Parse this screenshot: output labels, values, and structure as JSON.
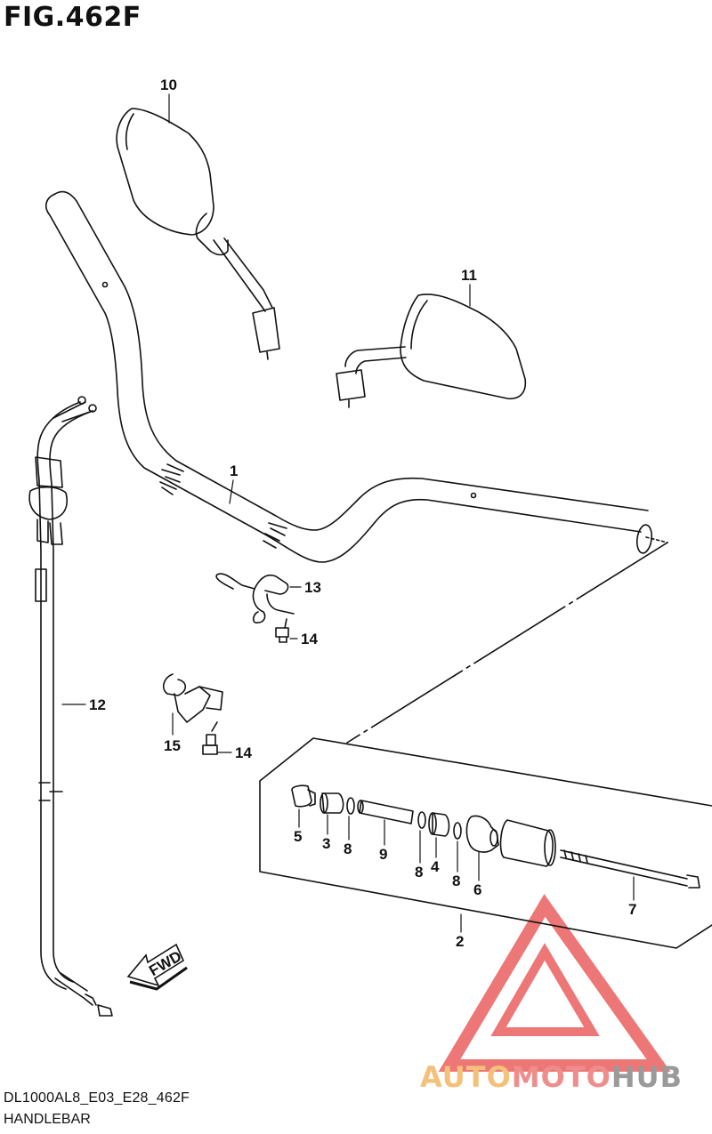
{
  "figure": {
    "title": "FIG.462F",
    "code": "DL1000AL8_E03_E28_462F",
    "caption": "HANDLEBAR"
  },
  "labels": {
    "l1": "1",
    "l2": "2",
    "l3": "3",
    "l4": "4",
    "l5": "5",
    "l6": "6",
    "l7": "7",
    "l8a": "8",
    "l8b": "8",
    "l8c": "8",
    "l9": "9",
    "l10": "10",
    "l11": "11",
    "l12": "12",
    "l13": "13",
    "l14a": "14",
    "l14b": "14",
    "l15": "15"
  },
  "fwd_arrow": {
    "label": "FWD"
  },
  "watermark": {
    "part1": "AUTO",
    "part2": "MOTO",
    "part3": "HUB",
    "color_logo": "#e84a4a",
    "color_auto": "#f4c17a",
    "color_moto": "#ef8d8d",
    "color_hub": "#9a9a9a"
  },
  "colors": {
    "line": "#111111",
    "background": "#ffffff"
  }
}
